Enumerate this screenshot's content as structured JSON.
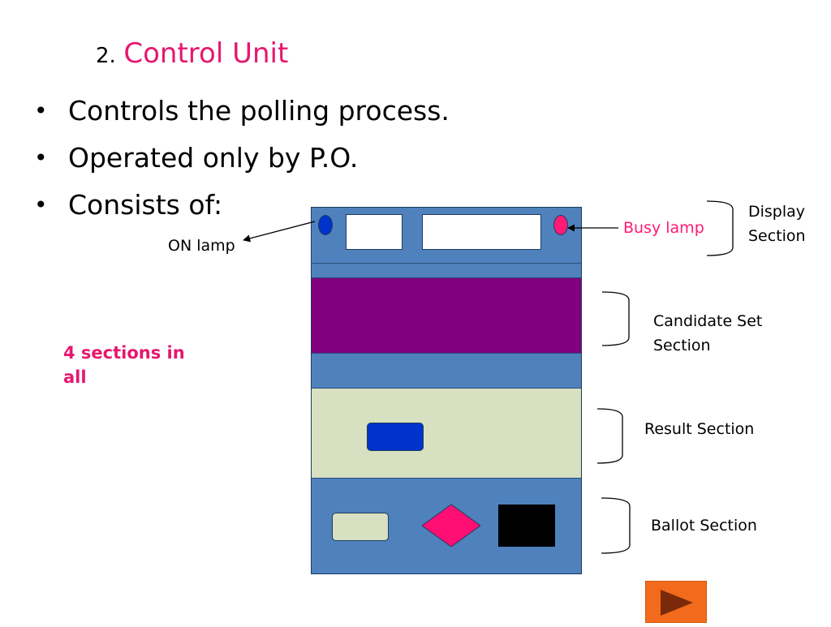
{
  "slide": {
    "title_number": "2.",
    "title_text": "Control Unit",
    "bullets": [
      "Controls the polling process.",
      "Operated only by P.O.",
      "Consists of:"
    ],
    "sections_note": "4 sections in all"
  },
  "diagram": {
    "on_lamp_label": "ON lamp",
    "busy_lamp_label": "Busy lamp",
    "display_section_label": "Display\nSection",
    "candidate_section_label": "Candidate Set\nSection",
    "result_section_label": "Result Section",
    "ballot_section_label": "Ballot Section"
  },
  "nav": {
    "next_icon": "play-triangle-icon"
  },
  "colors": {
    "title_accent": "#e6176f",
    "busy_lamp": "#ff1a75",
    "on_lamp": "#0033cc",
    "unit_body": "#4f81bd",
    "candidate_band": "#800080",
    "result_band": "#d7e0c0",
    "ballot_button": "#d7e0c0",
    "ballot_diamond": "#ff0f73",
    "next_button": "#f26a1b",
    "next_triangle": "#7a2a0a"
  }
}
